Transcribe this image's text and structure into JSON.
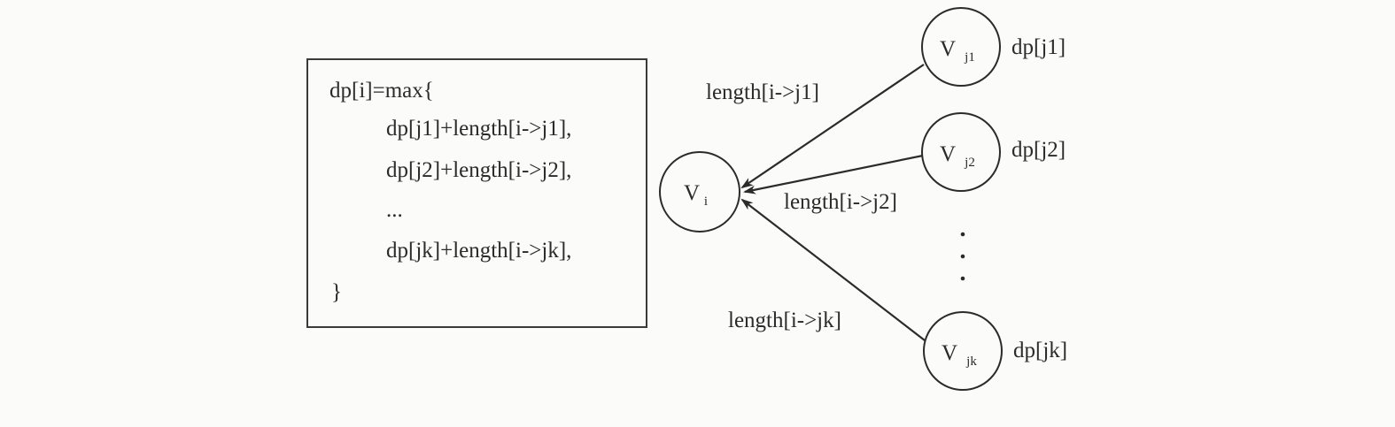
{
  "formula": {
    "lines": [
      "dp[i]=max{",
      "dp[j1]+length[i->j1],",
      "dp[j2]+length[i->j2],",
      "...",
      "dp[jk]+length[i->jk],",
      "}"
    ]
  },
  "nodes": {
    "vi": {
      "main": "V",
      "sub": "i"
    },
    "vj1": {
      "main": "V",
      "sub": "j1",
      "dp": "dp[j1]"
    },
    "vj2": {
      "main": "V",
      "sub": "j2",
      "dp": "dp[j2]"
    },
    "vjk": {
      "main": "V",
      "sub": "jk",
      "dp": "dp[jk]"
    }
  },
  "edges": {
    "e1": "length[i->j1]",
    "e2": "length[i->j2]",
    "ek": "length[i->jk]"
  }
}
